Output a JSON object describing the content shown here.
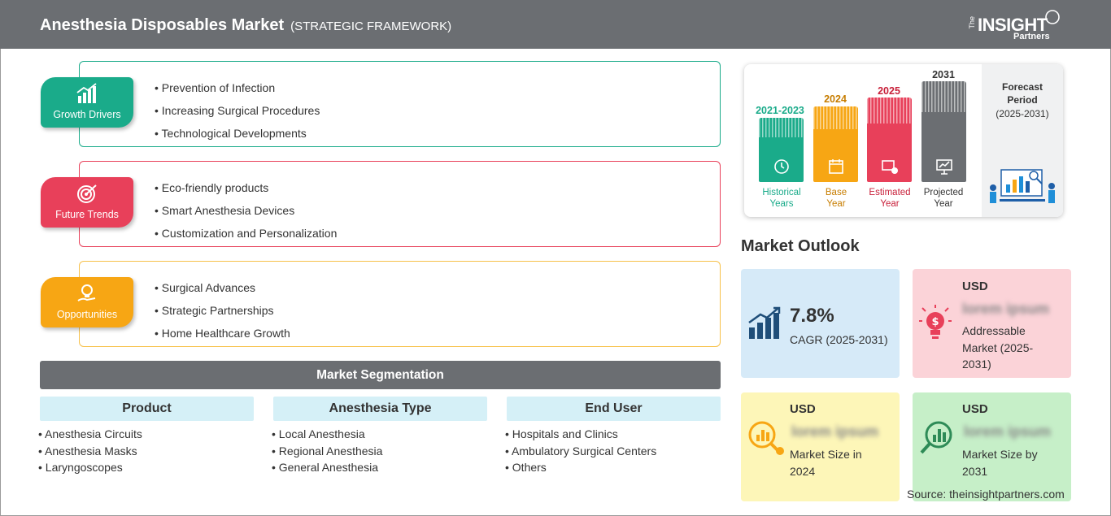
{
  "header": {
    "title": "Anesthesia Disposables Market",
    "subtitle": "(STRATEGIC FRAMEWORK)",
    "logo": {
      "the": "The",
      "insight": "INSIGHT",
      "partners": "Partners"
    }
  },
  "framework": [
    {
      "label": "Growth Drivers",
      "color": "#1aab8a",
      "items": [
        "Prevention of Infection",
        "Increasing Surgical Procedures",
        "Technological Developments"
      ]
    },
    {
      "label": "Future Trends",
      "color": "#e8405a",
      "items": [
        "Eco-friendly products",
        "Smart Anesthesia Devices",
        "Customization and Personalization"
      ]
    },
    {
      "label": "Opportunities",
      "color": "#f7a614",
      "items": [
        "Surgical Advances",
        "Strategic Partnerships",
        "Home Healthcare Growth"
      ]
    }
  ],
  "segmentation": {
    "title": "Market Segmentation",
    "columns": [
      {
        "heading": "Product",
        "items": [
          "Anesthesia Circuits",
          "Anesthesia Masks",
          "Laryngoscopes"
        ]
      },
      {
        "heading": "Anesthesia Type",
        "items": [
          "Local Anesthesia",
          "Regional Anesthesia",
          "General Anesthesia"
        ]
      },
      {
        "heading": "End User",
        "items": [
          "Hospitals and Clinics",
          "Ambulatory Surgical Centers",
          "Others"
        ]
      }
    ]
  },
  "timeline": {
    "bars": [
      {
        "year": "2021-2023",
        "line1": "Historical",
        "line2": "Years",
        "color": "#1aab8a"
      },
      {
        "year": "2024",
        "line1": "Base",
        "line2": "Year",
        "color": "#f7a614"
      },
      {
        "year": "2025",
        "line1": "Estimated",
        "line2": "Year",
        "color": "#e8405a"
      },
      {
        "year": "2031",
        "line1": "Projected",
        "line2": "Year",
        "color": "#6b6e72"
      }
    ],
    "forecast": {
      "line1": "Forecast",
      "line2": "Period",
      "line3": "(2025-2031)"
    }
  },
  "outlook": {
    "title": "Market Outlook",
    "cagr": {
      "value": "7.8%",
      "label": "CAGR (2025-2031)"
    },
    "addressable": {
      "currency": "USD",
      "value": "lorem ipsum",
      "label_l1": "Addressable",
      "label_l2": "Market (2025-",
      "label_l3": "2031)"
    },
    "size_2024": {
      "currency": "USD",
      "value": "lorem ipsum",
      "label_l1": "Market Size in",
      "label_l2": "2024"
    },
    "size_2031": {
      "currency": "USD",
      "value": "lorem ipsum",
      "label_l1": "Market Size by",
      "label_l2": "2031"
    }
  },
  "source": "Source: theinsightpartners.com",
  "colors": {
    "header": "#6b6e72",
    "teal": "#1aab8a",
    "red": "#e8405a",
    "orange": "#f7a614",
    "grey": "#6b6e72"
  }
}
